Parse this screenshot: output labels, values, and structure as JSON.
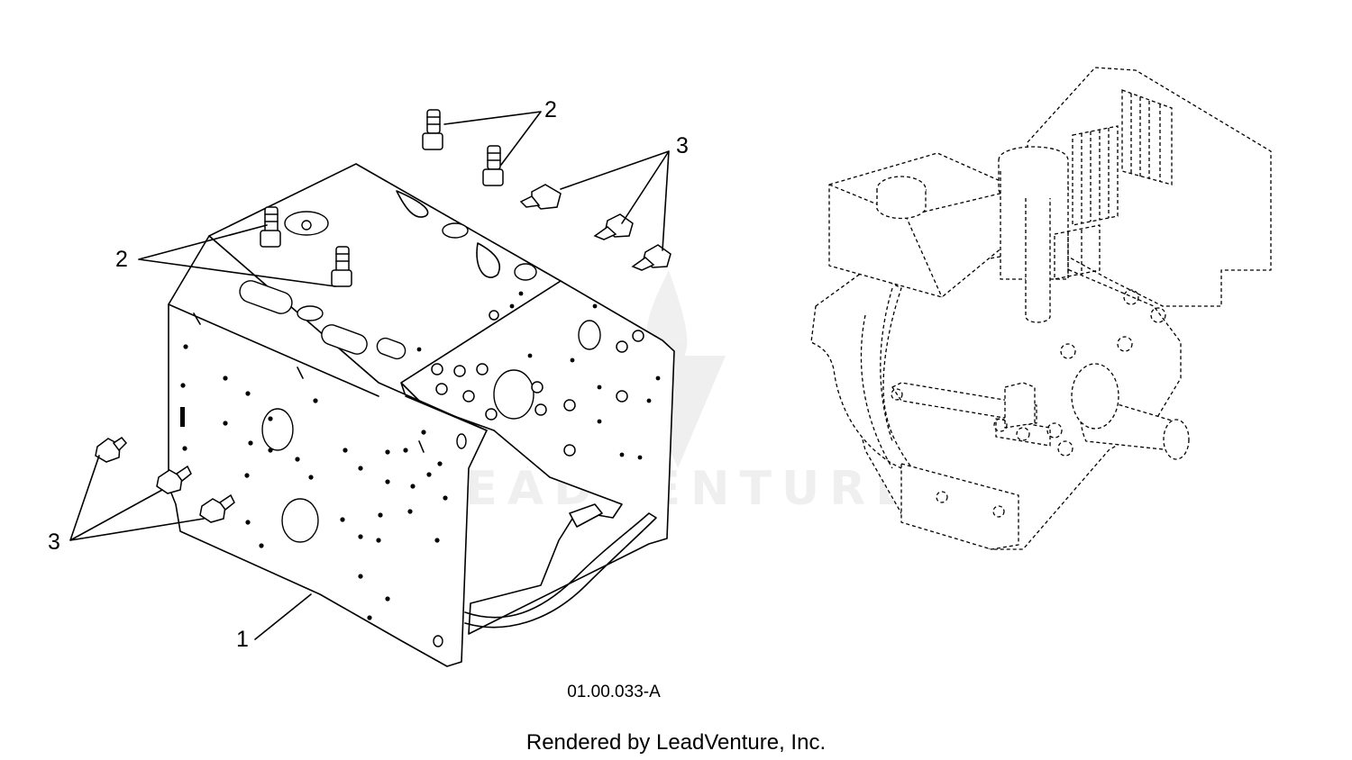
{
  "diagram": {
    "callouts": [
      {
        "id": "c2a",
        "label": "2"
      },
      {
        "id": "c3a",
        "label": "3"
      },
      {
        "id": "c2b",
        "label": "2"
      },
      {
        "id": "c3b",
        "label": "3"
      },
      {
        "id": "c1",
        "label": "1"
      }
    ],
    "figure_code": "01.00.033-A",
    "credit": "Rendered by LeadVenture, Inc.",
    "watermark": "LEADVENTURE"
  }
}
